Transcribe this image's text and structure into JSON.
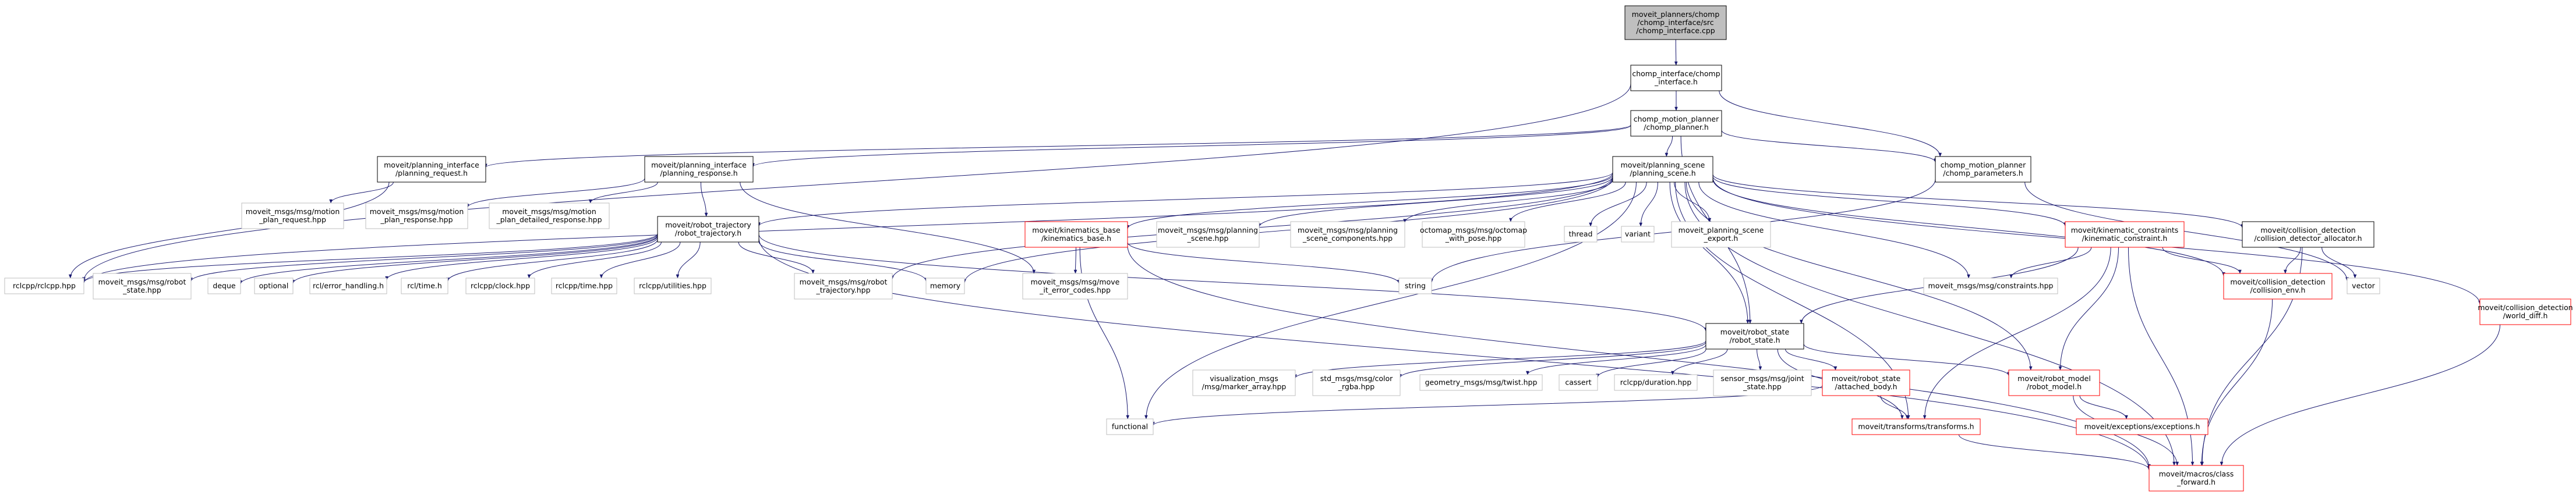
{
  "graph": {
    "nodes": [
      {
        "id": "root",
        "lines": [
          "moveit_planners/chomp",
          "/chomp_interface/src",
          "/chomp_interface.cpp"
        ],
        "kind": "root"
      },
      {
        "id": "chomp_interface_h",
        "lines": [
          "chomp_interface/chomp",
          "_interface.h"
        ],
        "kind": "normal"
      },
      {
        "id": "chomp_planner_h",
        "lines": [
          "chomp_motion_planner",
          "/chomp_planner.h"
        ],
        "kind": "normal"
      },
      {
        "id": "chomp_parameters_h",
        "lines": [
          "chomp_motion_planner",
          "/chomp_parameters.h"
        ],
        "kind": "normal"
      },
      {
        "id": "planning_request_h",
        "lines": [
          "moveit/planning_interface",
          "/planning_request.h"
        ],
        "kind": "normal"
      },
      {
        "id": "planning_response_h",
        "lines": [
          "moveit/planning_interface",
          "/planning_response.h"
        ],
        "kind": "normal"
      },
      {
        "id": "planning_scene_h",
        "lines": [
          "moveit/planning_scene",
          "/planning_scene.h"
        ],
        "kind": "normal"
      },
      {
        "id": "motion_plan_request",
        "lines": [
          "moveit_msgs/msg/motion",
          "_plan_request.hpp"
        ],
        "kind": "ext"
      },
      {
        "id": "motion_plan_response",
        "lines": [
          "moveit_msgs/msg/motion",
          "_plan_response.hpp"
        ],
        "kind": "ext"
      },
      {
        "id": "motion_plan_detailed",
        "lines": [
          "moveit_msgs/msg/motion",
          "_plan_detailed_response.hpp"
        ],
        "kind": "ext"
      },
      {
        "id": "robot_trajectory_h",
        "lines": [
          "moveit/robot_trajectory",
          "/robot_trajectory.h"
        ],
        "kind": "normal"
      },
      {
        "id": "kinematics_base_h",
        "lines": [
          "moveit/kinematics_base",
          "/kinematics_base.h"
        ],
        "kind": "red"
      },
      {
        "id": "planning_scene_msg",
        "lines": [
          "moveit_msgs/msg/planning",
          "_scene.hpp"
        ],
        "kind": "ext"
      },
      {
        "id": "planning_scene_comp",
        "lines": [
          "moveit_msgs/msg/planning",
          "_scene_components.hpp"
        ],
        "kind": "ext"
      },
      {
        "id": "octomap_pose",
        "lines": [
          "octomap_msgs/msg/octomap",
          "_with_pose.hpp"
        ],
        "kind": "ext"
      },
      {
        "id": "thread",
        "lines": [
          "thread"
        ],
        "kind": "ext"
      },
      {
        "id": "variant",
        "lines": [
          "variant"
        ],
        "kind": "ext"
      },
      {
        "id": "planning_scene_export",
        "lines": [
          "moveit_planning_scene",
          "_export.h"
        ],
        "kind": "ext"
      },
      {
        "id": "kinematic_constraint_h",
        "lines": [
          "moveit/kinematic_constraints",
          "/kinematic_constraint.h"
        ],
        "kind": "red"
      },
      {
        "id": "collision_detector_alloc",
        "lines": [
          "moveit/collision_detection",
          "/collision_detector_allocator.h"
        ],
        "kind": "normal"
      },
      {
        "id": "world_diff_h",
        "lines": [
          "moveit/collision_detection",
          "/world_diff.h"
        ],
        "kind": "red"
      },
      {
        "id": "rclcpp",
        "lines": [
          "rclcpp/rclcpp.hpp"
        ],
        "kind": "ext"
      },
      {
        "id": "robot_state_msg",
        "lines": [
          "moveit_msgs/msg/robot",
          "_state.hpp"
        ],
        "kind": "ext"
      },
      {
        "id": "deque",
        "lines": [
          "deque"
        ],
        "kind": "ext"
      },
      {
        "id": "optional",
        "lines": [
          "optional"
        ],
        "kind": "ext"
      },
      {
        "id": "rcl_error",
        "lines": [
          "rcl/error_handling.h"
        ],
        "kind": "ext"
      },
      {
        "id": "rcl_time",
        "lines": [
          "rcl/time.h"
        ],
        "kind": "ext"
      },
      {
        "id": "rclcpp_clock",
        "lines": [
          "rclcpp/clock.hpp"
        ],
        "kind": "ext"
      },
      {
        "id": "rclcpp_time",
        "lines": [
          "rclcpp/time.hpp"
        ],
        "kind": "ext"
      },
      {
        "id": "rclcpp_utilities",
        "lines": [
          "rclcpp/utilities.hpp"
        ],
        "kind": "ext"
      },
      {
        "id": "robot_trajectory_msg",
        "lines": [
          "moveit_msgs/msg/robot",
          "_trajectory.hpp"
        ],
        "kind": "ext"
      },
      {
        "id": "memory",
        "lines": [
          "memory"
        ],
        "kind": "ext"
      },
      {
        "id": "move_it_error_codes",
        "lines": [
          "moveit_msgs/msg/move",
          "_it_error_codes.hpp"
        ],
        "kind": "ext"
      },
      {
        "id": "string",
        "lines": [
          "string"
        ],
        "kind": "ext"
      },
      {
        "id": "constraints_msg",
        "lines": [
          "moveit_msgs/msg/constraints.hpp"
        ],
        "kind": "ext"
      },
      {
        "id": "collision_env_h",
        "lines": [
          "moveit/collision_detection",
          "/collision_env.h"
        ],
        "kind": "red"
      },
      {
        "id": "vector",
        "lines": [
          "vector"
        ],
        "kind": "ext"
      },
      {
        "id": "robot_state_h",
        "lines": [
          "moveit/robot_state",
          "/robot_state.h"
        ],
        "kind": "normal"
      },
      {
        "id": "marker_array",
        "lines": [
          "visualization_msgs",
          "/msg/marker_array.hpp"
        ],
        "kind": "ext"
      },
      {
        "id": "color_rgba",
        "lines": [
          "std_msgs/msg/color",
          "_rgba.hpp"
        ],
        "kind": "ext"
      },
      {
        "id": "twist",
        "lines": [
          "geometry_msgs/msg/twist.hpp"
        ],
        "kind": "ext"
      },
      {
        "id": "cassert",
        "lines": [
          "cassert"
        ],
        "kind": "ext"
      },
      {
        "id": "rclcpp_duration",
        "lines": [
          "rclcpp/duration.hpp"
        ],
        "kind": "ext"
      },
      {
        "id": "joint_state",
        "lines": [
          "sensor_msgs/msg/joint",
          "_state.hpp"
        ],
        "kind": "ext"
      },
      {
        "id": "attached_body_h",
        "lines": [
          "moveit/robot_state",
          "/attached_body.h"
        ],
        "kind": "red"
      },
      {
        "id": "robot_model_h",
        "lines": [
          "moveit/robot_model",
          "/robot_model.h"
        ],
        "kind": "red"
      },
      {
        "id": "functional",
        "lines": [
          "functional"
        ],
        "kind": "ext"
      },
      {
        "id": "transforms_h",
        "lines": [
          "moveit/transforms/transforms.h"
        ],
        "kind": "red"
      },
      {
        "id": "exceptions_h",
        "lines": [
          "moveit/exceptions/exceptions.h"
        ],
        "kind": "red"
      },
      {
        "id": "class_forward_h",
        "lines": [
          "moveit/macros/class",
          "_forward.h"
        ],
        "kind": "red"
      }
    ],
    "edges": [
      [
        "root",
        "chomp_interface_h"
      ],
      [
        "chomp_interface_h",
        "chomp_planner_h"
      ],
      [
        "chomp_interface_h",
        "chomp_parameters_h"
      ],
      [
        "chomp_interface_h",
        "rclcpp"
      ],
      [
        "chomp_planner_h",
        "planning_request_h"
      ],
      [
        "chomp_planner_h",
        "planning_response_h"
      ],
      [
        "chomp_planner_h",
        "planning_scene_h"
      ],
      [
        "chomp_planner_h",
        "chomp_parameters_h"
      ],
      [
        "chomp_planner_h",
        "robot_state_h"
      ],
      [
        "chomp_parameters_h",
        "string"
      ],
      [
        "chomp_parameters_h",
        "vector"
      ],
      [
        "planning_request_h",
        "motion_plan_request"
      ],
      [
        "planning_request_h",
        "rclcpp"
      ],
      [
        "planning_response_h",
        "motion_plan_response"
      ],
      [
        "planning_response_h",
        "motion_plan_detailed"
      ],
      [
        "planning_response_h",
        "robot_trajectory_h"
      ],
      [
        "planning_response_h",
        "move_it_error_codes"
      ],
      [
        "planning_scene_h",
        "robot_trajectory_h"
      ],
      [
        "planning_scene_h",
        "kinematics_base_h"
      ],
      [
        "planning_scene_h",
        "planning_scene_msg"
      ],
      [
        "planning_scene_h",
        "planning_scene_comp"
      ],
      [
        "planning_scene_h",
        "octomap_pose"
      ],
      [
        "planning_scene_h",
        "thread"
      ],
      [
        "planning_scene_h",
        "variant"
      ],
      [
        "planning_scene_h",
        "planning_scene_export"
      ],
      [
        "planning_scene_h",
        "kinematic_constraint_h"
      ],
      [
        "planning_scene_h",
        "collision_detector_alloc"
      ],
      [
        "planning_scene_h",
        "world_diff_h"
      ],
      [
        "planning_scene_h",
        "robot_trajectory_msg"
      ],
      [
        "planning_scene_h",
        "memory"
      ],
      [
        "planning_scene_h",
        "functional"
      ],
      [
        "planning_scene_h",
        "robot_state_h"
      ],
      [
        "planning_scene_h",
        "constraints_msg"
      ],
      [
        "planning_scene_h",
        "collision_env_h"
      ],
      [
        "planning_scene_h",
        "transforms_h"
      ],
      [
        "planning_scene_h",
        "class_forward_h"
      ],
      [
        "planning_scene_h",
        "robot_model_h"
      ],
      [
        "planning_scene_h",
        "rclcpp"
      ],
      [
        "robot_trajectory_h",
        "rclcpp"
      ],
      [
        "robot_trajectory_h",
        "robot_state_msg"
      ],
      [
        "robot_trajectory_h",
        "deque"
      ],
      [
        "robot_trajectory_h",
        "optional"
      ],
      [
        "robot_trajectory_h",
        "rcl_error"
      ],
      [
        "robot_trajectory_h",
        "rcl_time"
      ],
      [
        "robot_trajectory_h",
        "rclcpp_clock"
      ],
      [
        "robot_trajectory_h",
        "rclcpp_time"
      ],
      [
        "robot_trajectory_h",
        "rclcpp_utilities"
      ],
      [
        "robot_trajectory_h",
        "robot_trajectory_msg"
      ],
      [
        "robot_trajectory_h",
        "memory"
      ],
      [
        "robot_trajectory_h",
        "robot_state_h"
      ],
      [
        "robot_trajectory_h",
        "class_forward_h"
      ],
      [
        "kinematics_base_h",
        "move_it_error_codes"
      ],
      [
        "kinematics_base_h",
        "string"
      ],
      [
        "kinematics_base_h",
        "functional"
      ],
      [
        "kinematics_base_h",
        "class_forward_h"
      ],
      [
        "kinematic_constraint_h",
        "constraints_msg"
      ],
      [
        "kinematic_constraint_h",
        "collision_env_h"
      ],
      [
        "kinematic_constraint_h",
        "robot_state_h"
      ],
      [
        "kinematic_constraint_h",
        "robot_model_h"
      ],
      [
        "kinematic_constraint_h",
        "transforms_h"
      ],
      [
        "kinematic_constraint_h",
        "class_forward_h"
      ],
      [
        "collision_detector_alloc",
        "collision_env_h"
      ],
      [
        "collision_detector_alloc",
        "vector"
      ],
      [
        "collision_detector_alloc",
        "class_forward_h"
      ],
      [
        "collision_env_h",
        "class_forward_h"
      ],
      [
        "world_diff_h",
        "class_forward_h"
      ],
      [
        "robot_state_h",
        "marker_array"
      ],
      [
        "robot_state_h",
        "color_rgba"
      ],
      [
        "robot_state_h",
        "twist"
      ],
      [
        "robot_state_h",
        "cassert"
      ],
      [
        "robot_state_h",
        "rclcpp_duration"
      ],
      [
        "robot_state_h",
        "joint_state"
      ],
      [
        "robot_state_h",
        "attached_body_h"
      ],
      [
        "robot_state_h",
        "robot_model_h"
      ],
      [
        "robot_state_h",
        "transforms_h"
      ],
      [
        "attached_body_h",
        "transforms_h"
      ],
      [
        "attached_body_h",
        "functional"
      ],
      [
        "robot_model_h",
        "exceptions_h"
      ],
      [
        "robot_model_h",
        "class_forward_h"
      ],
      [
        "transforms_h",
        "class_forward_h"
      ]
    ]
  },
  "style": {
    "edge_color": "#191970",
    "node_border": "#000000",
    "red_border": "#ff0000",
    "ext_border": "#bfbfbf",
    "root_fill": "#bfbfbf",
    "text_color": "#000000"
  }
}
